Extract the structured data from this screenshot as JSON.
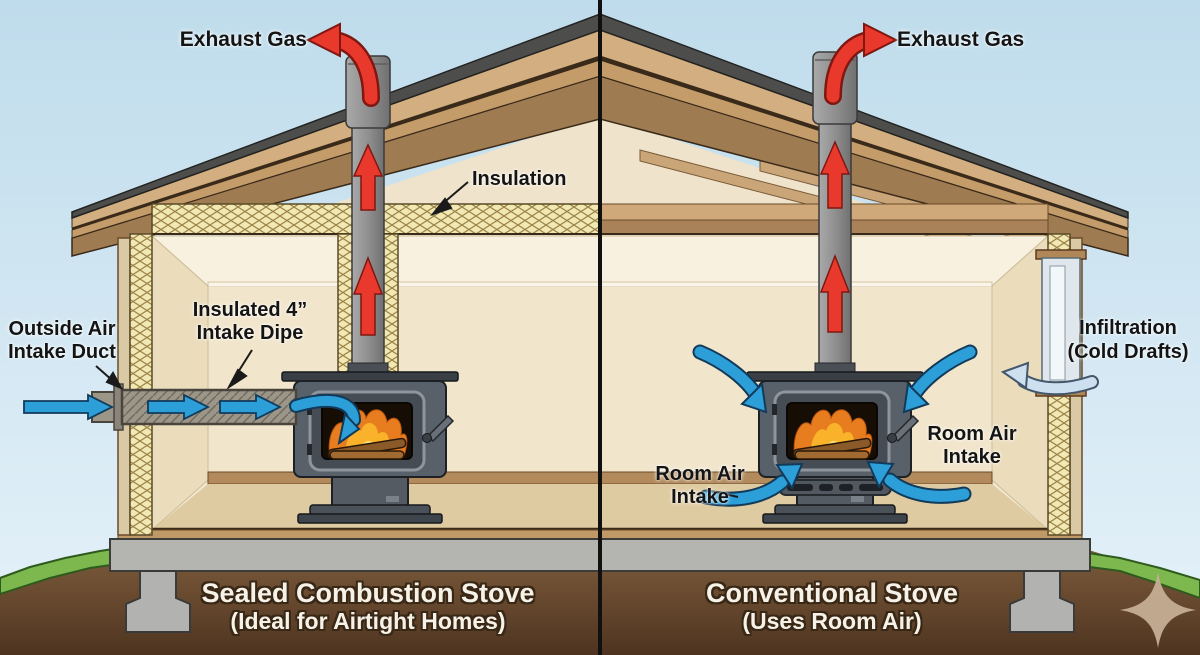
{
  "labels": {
    "exhaust_left": "Exhaust Gas",
    "exhaust_right": "Exhaust Gas",
    "insulation": "Insulation",
    "outside_air": {
      "line1": "Outside Air",
      "line2": "Intake Duct"
    },
    "intake_pipe": {
      "line1": "Insulated  4”",
      "line2": "Intake Dipe"
    },
    "infiltration": {
      "line1": "Infiltration",
      "line2": "(Cold Drafts)"
    },
    "room_air_left": {
      "line1": "Room Air",
      "line2": "Intake"
    },
    "room_air_right": {
      "line1": "Room Air",
      "line2": "Intake"
    }
  },
  "captions": {
    "left": {
      "title": "Sealed Combustion Stove",
      "subtitle": "(Ideal for Airtight Homes)"
    },
    "right": {
      "title": "Conventional Stove",
      "subtitle": "(Uses Room Air)"
    }
  },
  "icons": {
    "sparkle": "four-pointed-star-sparkle",
    "exhaust_arrows": "red-up-arrows",
    "airflow_arrows": "blue-flow-arrows",
    "cold_draft_arrow": "light-blue-draft-arrow"
  },
  "colors": {
    "sky": "#cfe4f2",
    "interior_wall": "#f3e9d3",
    "insulation_fill": "#f2e8b4",
    "insulation_hatch": "#9a8448",
    "roof_brown": "#9e7b51",
    "roof_tan": "#d2ae80",
    "exhaust_red": "#e8392c",
    "intake_blue": "#2d9fd8",
    "cold_draft_blue": "#cde0f0",
    "stove_gray": "#586069",
    "fire_orange": "#e87d1f",
    "soil_brown": "#7e5c3c",
    "grass_green": "#7cb84e",
    "concrete_gray": "#b4b4b1",
    "caption_text": "#f7f2e8"
  }
}
